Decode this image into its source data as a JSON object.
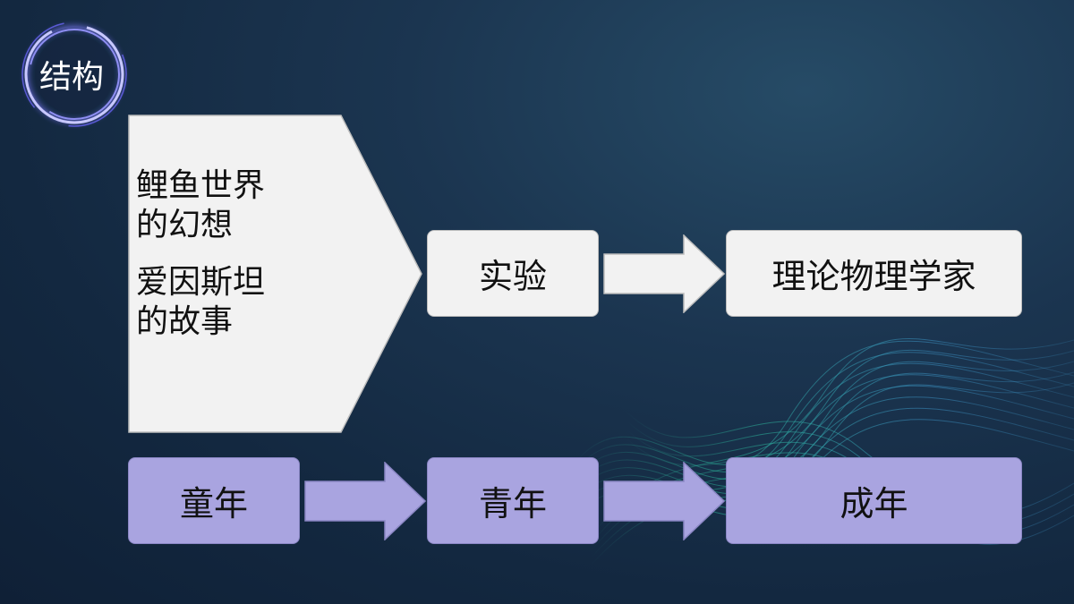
{
  "badge": {
    "label": "结构"
  },
  "panel": {
    "lines": [
      "鲤鱼世界",
      "的幻想",
      "爱因斯坦",
      "的故事"
    ]
  },
  "flow_top": [
    {
      "label": "实验"
    },
    {
      "label": "理论物理学家"
    }
  ],
  "flow_bottom": [
    {
      "label": "童年"
    },
    {
      "label": "青年"
    },
    {
      "label": "成年"
    }
  ],
  "colors": {
    "background": "#17304a",
    "white_box": "#f2f2f2",
    "purple_box": "#a9a4e0",
    "text": "#111111"
  }
}
